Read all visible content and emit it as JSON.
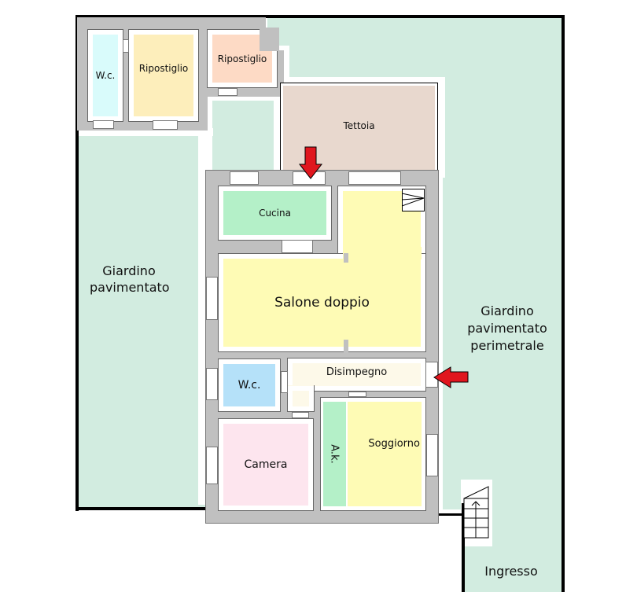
{
  "rooms": {
    "wc_annex": "W.c.",
    "ripostiglio_1": "Ripostiglio",
    "ripostiglio_2": "Ripostiglio",
    "tettoia": "Tettoia",
    "cucina": "Cucina",
    "salone": "Salone doppio",
    "disimpegno": "Disimpegno",
    "wc": "W.c.",
    "camera": "Camera",
    "ak": "A.k.",
    "soggiorno": "Soggiorno"
  },
  "outdoor": {
    "giardino_left": [
      "Giardino",
      "pavimentato"
    ],
    "giardino_right": [
      "Giardino",
      "pavimentato",
      "perimetrale"
    ],
    "ingresso": "Ingresso"
  },
  "colors": {
    "garden": "#d2ece0",
    "wall": "#c0c0c0",
    "arrow": "#e0161e"
  }
}
